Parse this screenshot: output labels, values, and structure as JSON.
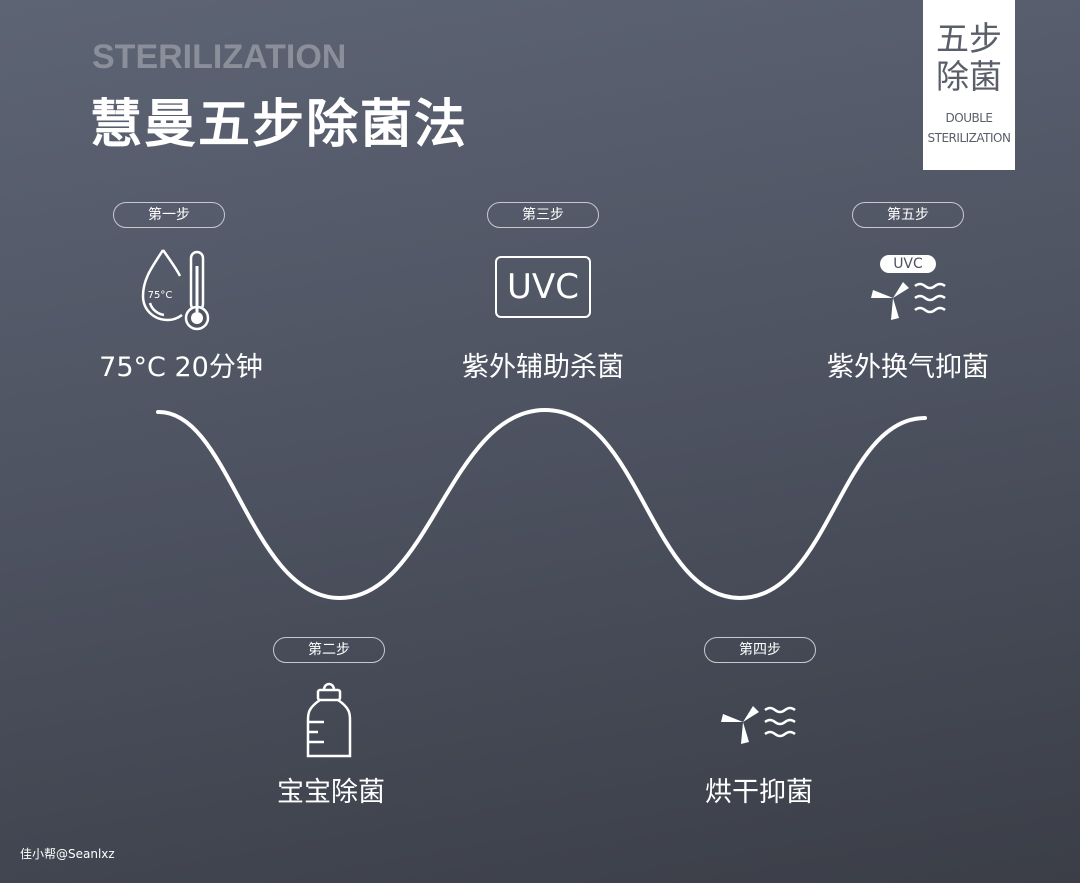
{
  "header": {
    "en_title": "STERILIZATION",
    "cn_title": "慧曼五步除菌法"
  },
  "badge": {
    "cn_line1": "五步",
    "cn_line2": "除菌",
    "en_line1": "DOUBLE",
    "en_line2": "STERILIZATION"
  },
  "steps": [
    {
      "label": "第一步",
      "text": "75°C  20分钟",
      "icon": "thermometer-drop-icon",
      "icon_text": "75°C"
    },
    {
      "label": "第二步",
      "text": "宝宝除菌",
      "icon": "baby-bottle-icon"
    },
    {
      "label": "第三步",
      "text": "紫外辅助杀菌",
      "icon": "uvc-icon",
      "icon_text": "UVC"
    },
    {
      "label": "第四步",
      "text": "烘干抑菌",
      "icon": "fan-airflow-icon"
    },
    {
      "label": "第五步",
      "text": "紫外换气抑菌",
      "icon": "uvc-fan-icon",
      "icon_text": "UVC"
    }
  ],
  "credit": "佳小帮@Seanlxz"
}
